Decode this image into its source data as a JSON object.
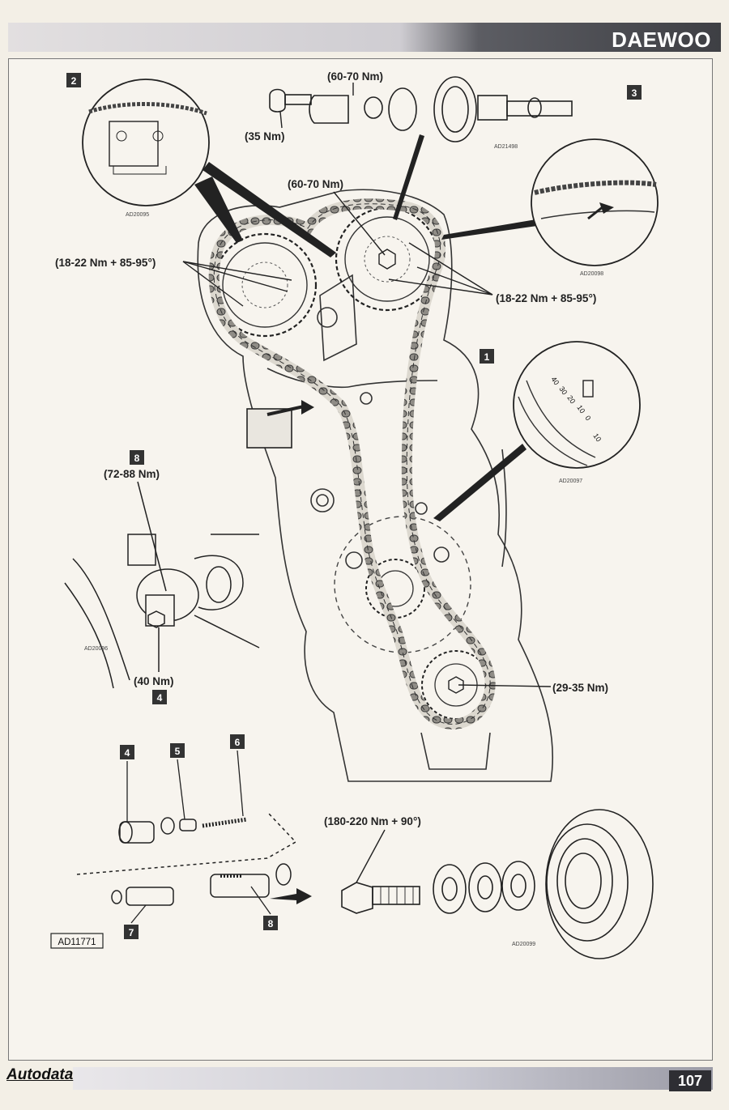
{
  "header": {
    "brand": "DAEWOO"
  },
  "footer": {
    "logo": "Autodata",
    "page_number": "107"
  },
  "torque_labels": {
    "camshaft_bolt_small": "(35 Nm)",
    "camshaft_gear_top": "(60-70 Nm)",
    "camshaft_sprocket": "(60-70 Nm)",
    "sprocket_bolts_left": "(18-22 Nm + 85-95°)",
    "sprocket_bolts_right": "(18-22 Nm + 85-95°)",
    "tensioner_plug": "(72-88 Nm)",
    "tensioner_body": "(40 Nm)",
    "crank_sprocket": "(29-35 Nm)",
    "crank_pulley_bolt": "(180-220 Nm + 90°)"
  },
  "callouts": [
    "1",
    "2",
    "3",
    "4",
    "4",
    "5",
    "6",
    "7",
    "8",
    "8"
  ],
  "figure_codes": {
    "detail_2": "AD20095",
    "detail_3": "AD20098",
    "detail_1": "AD20097",
    "camshaft_parts": "AD21498",
    "tensioner_detail": "AD20096",
    "pulley_parts": "AD20099",
    "tensioner_parts_ref": "AD11771"
  },
  "timing_marks": [
    "40",
    "30",
    "20",
    "10",
    "0",
    "10"
  ]
}
